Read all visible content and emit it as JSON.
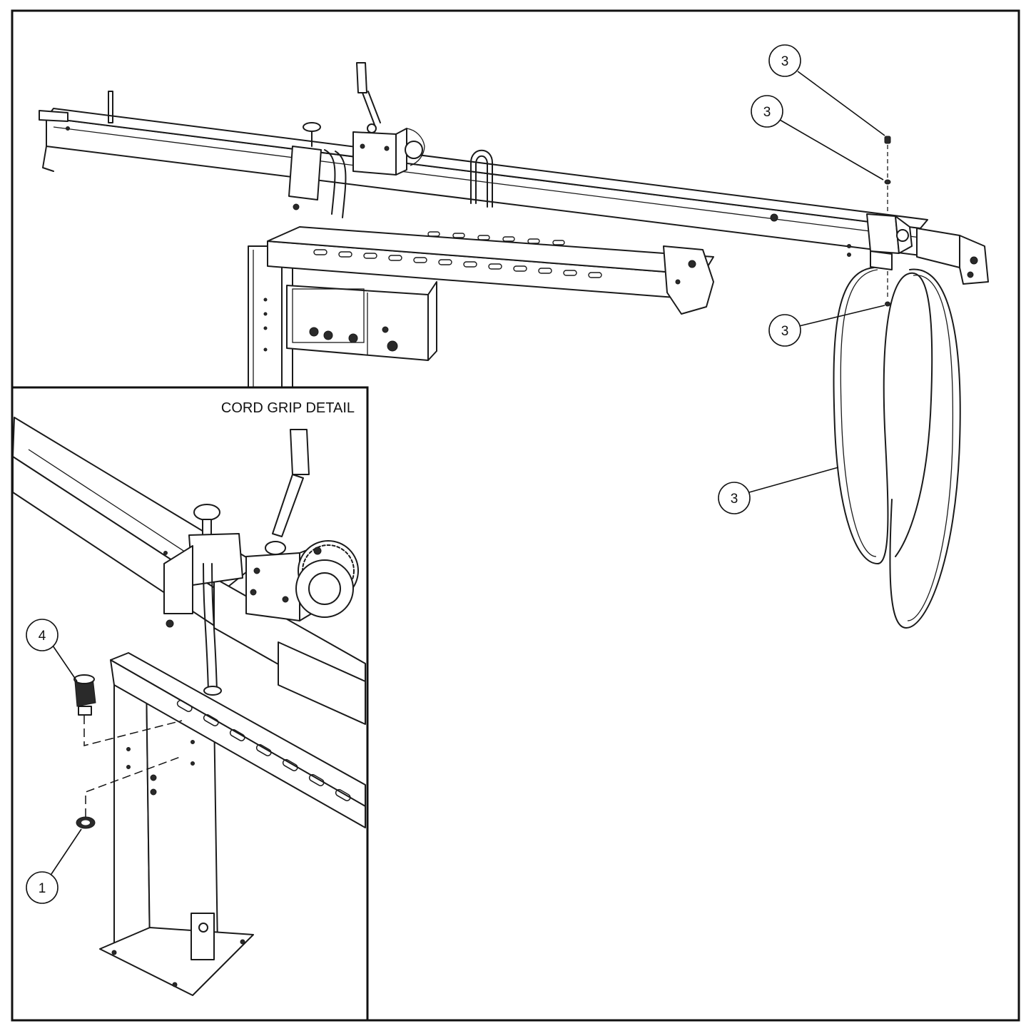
{
  "inset": {
    "title": "CORD GRIP DETAIL"
  },
  "callouts": {
    "main_screw": "3",
    "main_washer": "3",
    "main_clamp": "3",
    "main_cord": "3",
    "detail_cord_grip": "4",
    "detail_locknut": "1"
  }
}
